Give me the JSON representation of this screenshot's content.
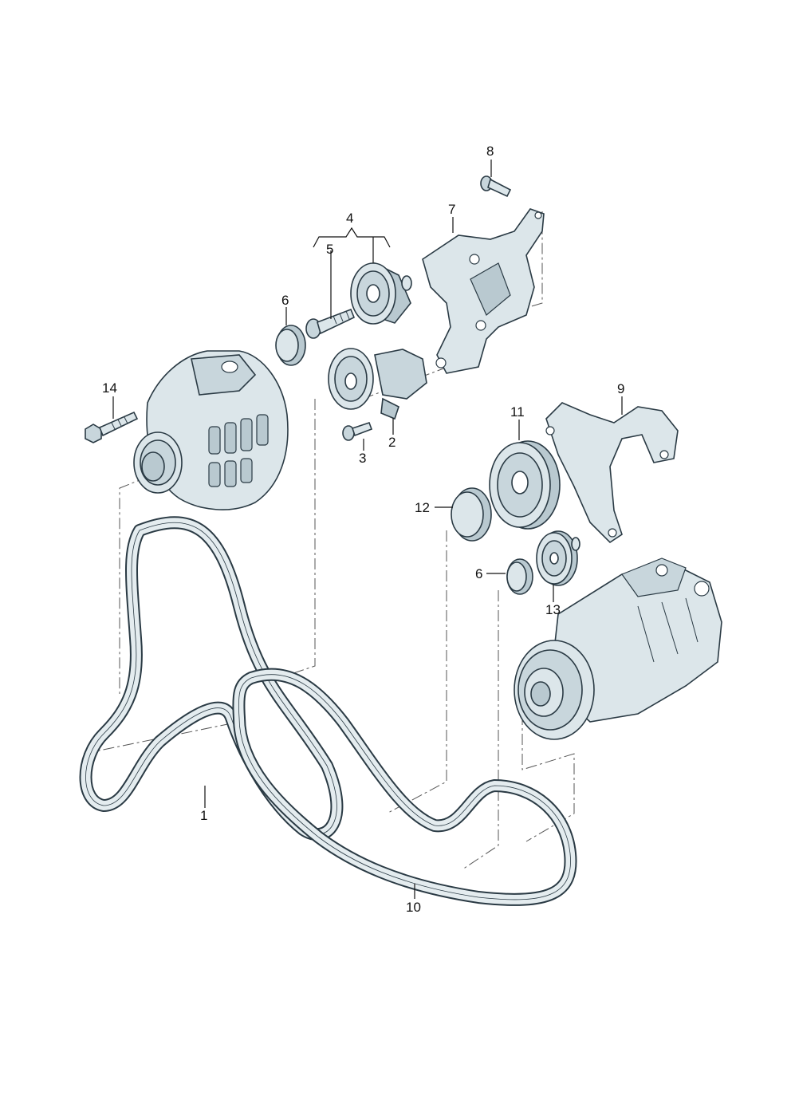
{
  "diagram": {
    "callouts": {
      "c1": "1",
      "c2": "2",
      "c3": "3",
      "c4": "4",
      "c5": "5",
      "c6a": "6",
      "c6b": "6",
      "c7": "7",
      "c8": "8",
      "c9": "9",
      "c10": "10",
      "c11": "11",
      "c12": "12",
      "c13": "13",
      "c14": "14"
    },
    "colors": {
      "part_fill": "#dce6ea",
      "part_shade": "#b9c9d0",
      "outline": "#2a3a44",
      "belt_fill": "#e4ecef"
    }
  }
}
